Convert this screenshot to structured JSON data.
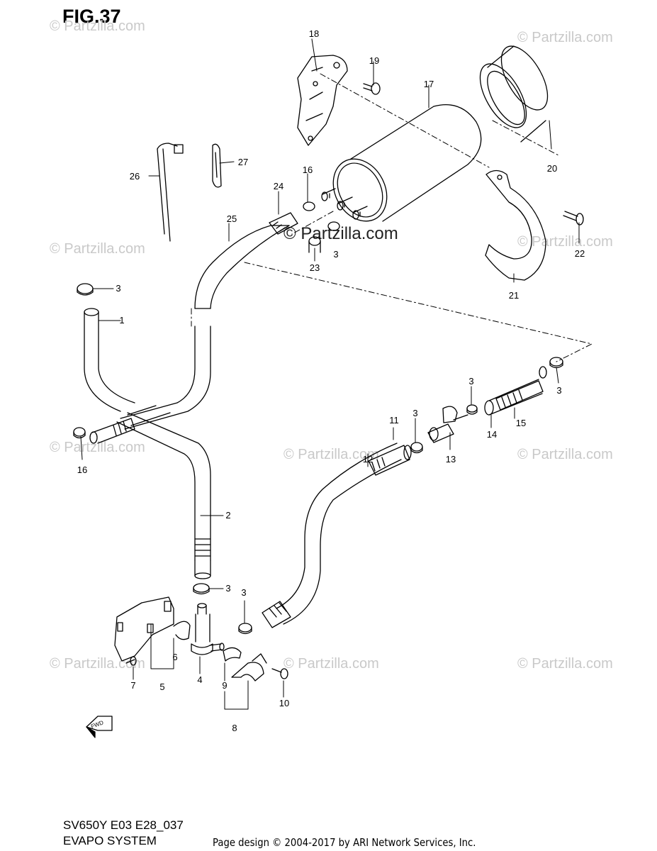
{
  "figure": {
    "title": "FIG.37"
  },
  "footer": {
    "model": "SV650Y E03 E28_037",
    "system": "EVAPO SYSTEM",
    "credit": "Page design © 2004-2017 by ARI Network Services, Inc."
  },
  "watermark": {
    "text": "© Partzilla.com",
    "center_text": "© Partzilla.com"
  },
  "fwd_label": "FWD",
  "callouts": [
    "1",
    "2",
    "3",
    "3",
    "3",
    "3",
    "3",
    "3",
    "3",
    "4",
    "5",
    "6",
    "7",
    "8",
    "9",
    "10",
    "11",
    "12",
    "13",
    "14",
    "15",
    "16",
    "16",
    "17",
    "18",
    "19",
    "20",
    "21",
    "22",
    "23",
    "24",
    "25",
    "26",
    "27"
  ]
}
